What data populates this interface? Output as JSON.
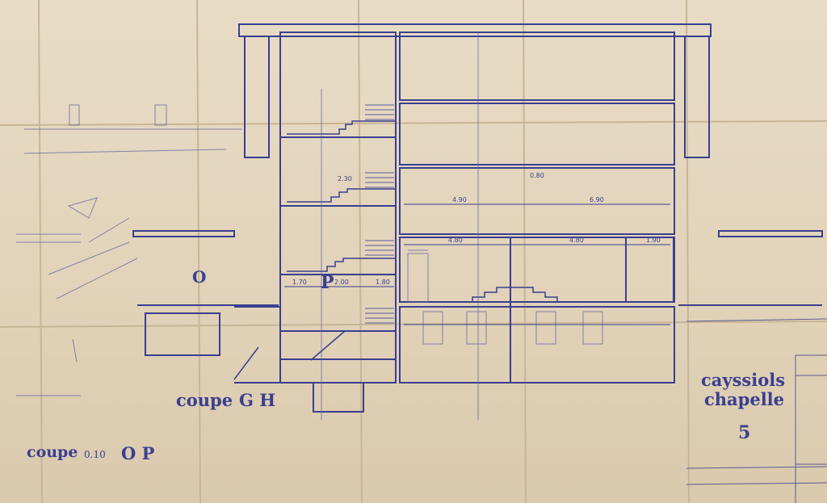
{
  "labels": {
    "coupe_gh": "coupe",
    "coupe_gh_code": "G H",
    "coupe_op": "coupe",
    "coupe_op_scale": "0.10",
    "coupe_op_code": "O P",
    "title_line_1": "cayssiols",
    "title_line_2": "chapelle",
    "sheet_number": "5",
    "mark_p": "P",
    "mark_o": "O"
  },
  "dimensions": [
    "2.30",
    "4.90",
    "6.90",
    "4.80",
    "4.80",
    "1.90",
    "1.70",
    "1.80",
    "2.00",
    "0.80"
  ],
  "colors": {
    "paper": "#e6d9c2",
    "ink": "#3a3f8f",
    "fold": "#c9b697"
  }
}
